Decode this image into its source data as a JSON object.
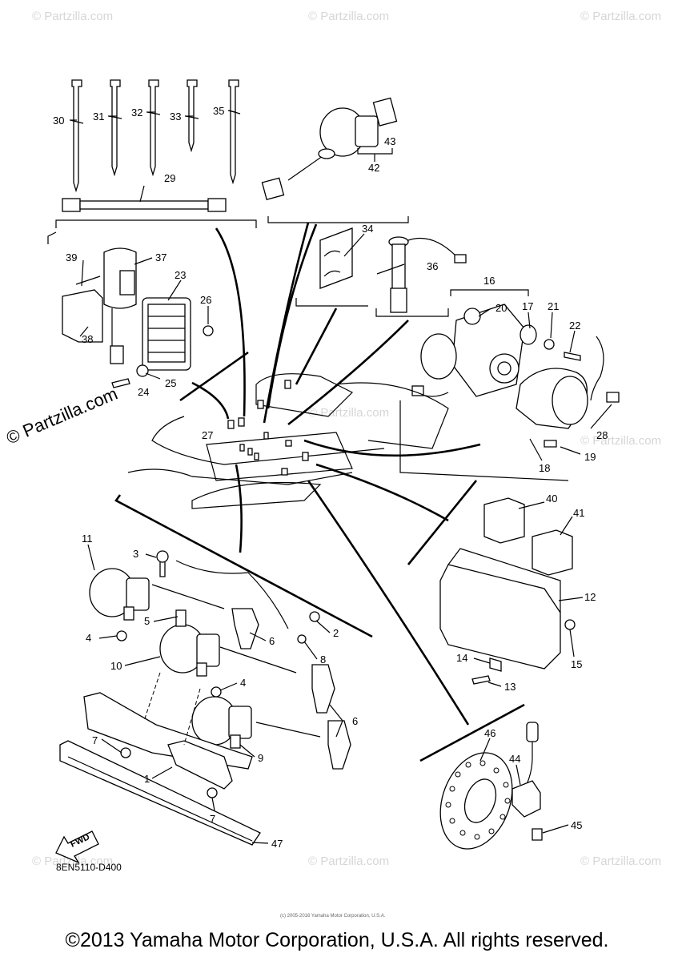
{
  "callouts": [
    {
      "id": "30",
      "text": "30"
    },
    {
      "id": "31",
      "text": "31"
    },
    {
      "id": "32",
      "text": "32"
    },
    {
      "id": "33",
      "text": "33"
    },
    {
      "id": "35",
      "text": "35"
    },
    {
      "id": "29",
      "text": "29"
    },
    {
      "id": "43",
      "text": "43"
    },
    {
      "id": "42",
      "text": "42"
    },
    {
      "id": "34",
      "text": "34"
    },
    {
      "id": "36",
      "text": "36"
    },
    {
      "id": "16",
      "text": "16"
    },
    {
      "id": "20",
      "text": "20"
    },
    {
      "id": "17",
      "text": "17"
    },
    {
      "id": "21",
      "text": "21"
    },
    {
      "id": "22",
      "text": "22"
    },
    {
      "id": "39",
      "text": "39"
    },
    {
      "id": "37",
      "text": "37"
    },
    {
      "id": "23",
      "text": "23"
    },
    {
      "id": "26",
      "text": "26"
    },
    {
      "id": "38",
      "text": "38"
    },
    {
      "id": "25",
      "text": "25"
    },
    {
      "id": "24",
      "text": "24"
    },
    {
      "id": "27",
      "text": "27"
    },
    {
      "id": "28",
      "text": "28"
    },
    {
      "id": "18",
      "text": "18"
    },
    {
      "id": "19",
      "text": "19"
    },
    {
      "id": "11",
      "text": "11"
    },
    {
      "id": "3",
      "text": "3"
    },
    {
      "id": "5",
      "text": "5"
    },
    {
      "id": "2",
      "text": "2"
    },
    {
      "id": "4a",
      "text": "4"
    },
    {
      "id": "6a",
      "text": "6"
    },
    {
      "id": "8",
      "text": "8"
    },
    {
      "id": "10",
      "text": "10"
    },
    {
      "id": "4b",
      "text": "4"
    },
    {
      "id": "6b",
      "text": "6"
    },
    {
      "id": "9",
      "text": "9"
    },
    {
      "id": "7a",
      "text": "7"
    },
    {
      "id": "1",
      "text": "1"
    },
    {
      "id": "7b",
      "text": "7"
    },
    {
      "id": "47",
      "text": "47"
    },
    {
      "id": "40",
      "text": "40"
    },
    {
      "id": "41",
      "text": "41"
    },
    {
      "id": "12",
      "text": "12"
    },
    {
      "id": "14",
      "text": "14"
    },
    {
      "id": "15",
      "text": "15"
    },
    {
      "id": "13",
      "text": "13"
    },
    {
      "id": "46",
      "text": "46"
    },
    {
      "id": "44",
      "text": "44"
    },
    {
      "id": "45",
      "text": "45"
    }
  ],
  "watermark": "© Partzilla.com",
  "watermark_main": "© Partzilla.com",
  "fwd_label": "FWD",
  "diagram_code": "8EN5110-D400",
  "tiny_copyright": "(c) 2005-2016 Yamaha Motor Corporation, U.S.A.",
  "copyright": "©2013 Yamaha Motor Corporation, U.S.A. All rights reserved."
}
